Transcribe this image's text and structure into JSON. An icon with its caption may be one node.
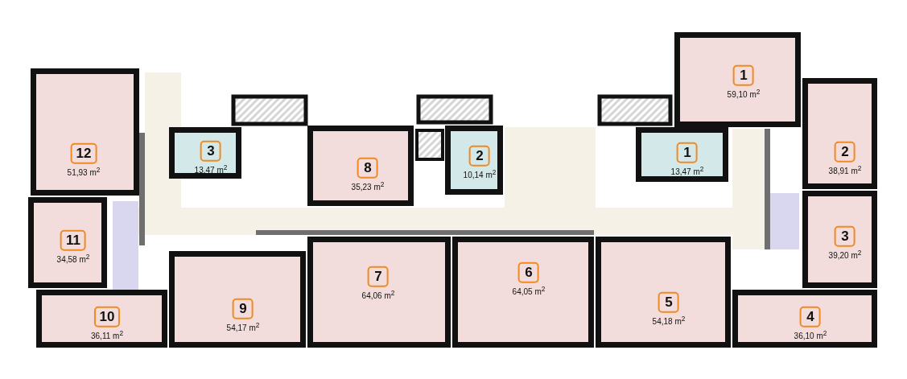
{
  "diagram": {
    "nodes": [
      {
        "text": [
          "1",
          "59,10 m$^{2}$"
        ]
      },
      {
        "text": [
          "12",
          "51,93 m$^{2}$"
        ]
      },
      {
        "text": [
          "3",
          "13,47 m$^{2}$"
        ]
      },
      {
        "text": [
          "8",
          "35,23 m$^{2}$"
        ]
      },
      {
        "text": [
          "2",
          "10,14 m$^{2}$"
        ]
      },
      {
        "text": [
          "1",
          "13,47 m$^{2}$"
        ]
      },
      {
        "text": [
          "2",
          "38,91 m$^{2}$"
        ]
      },
      {
        "text": [
          "11",
          "34,58 m$^{2}$"
        ]
      },
      {
        "text": [
          "3",
          "39,20 m$^{2}$"
        ]
      },
      {
        "text": [
          "7",
          "64,06 m$^{2}$"
        ]
      },
      {
        "text": [
          "6",
          "64,05 m$^{2}$"
        ]
      },
      {
        "text": [
          "5",
          "54,18 m$^{2}$"
        ]
      },
      {
        "text": [
          "10",
          "36,11 m$^{2}$"
        ]
      },
      {
        "text": [
          "9",
          "54,17 m$^{2}$"
        ]
      },
      {
        "text": [
          "4",
          "36,10 m$^{2}$"
        ]
      }
    ]
  }
}
